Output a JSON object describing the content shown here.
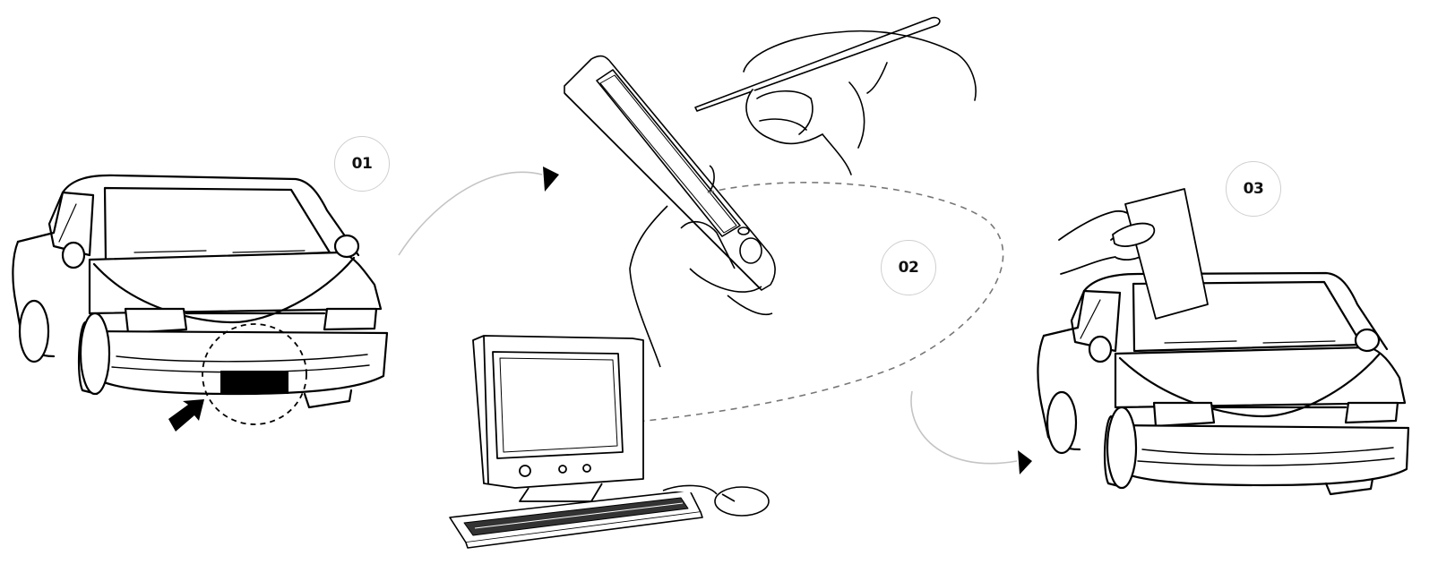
{
  "steps": [
    {
      "number": "01"
    },
    {
      "number": "02"
    },
    {
      "number": "03"
    }
  ],
  "icons": [
    "car-icon",
    "license-plate-icon",
    "pda-handheld-icon",
    "stylus-hand-icon",
    "desktop-computer-icon",
    "keyboard-icon",
    "mouse-icon",
    "ticket-hand-icon"
  ],
  "colors": {
    "line": "#000000",
    "dashed": "#777777",
    "badge_border": "#cfcfcf",
    "flow_arrow": "#bdbdbd"
  }
}
